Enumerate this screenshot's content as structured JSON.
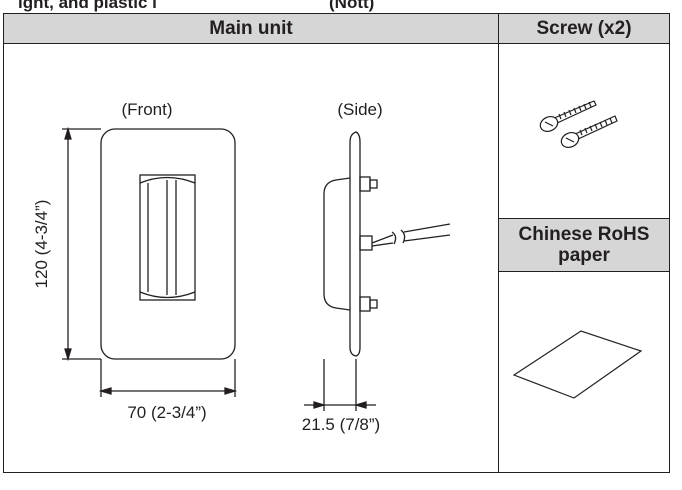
{
  "top_cut_text": [
    "ight, and plastic l",
    "(Nott)"
  ],
  "table": {
    "headers": {
      "main_unit": "Main unit",
      "screw": "Screw (x2)",
      "rohs": "Chinese RoHS paper"
    }
  },
  "main_unit": {
    "front_label": "(Front)",
    "side_label": "(Side)",
    "height_dim": "120 (4-3/4”)",
    "width_dim": "70 (2-3/4”)",
    "depth_dim": "21.5 (7/8”)"
  }
}
